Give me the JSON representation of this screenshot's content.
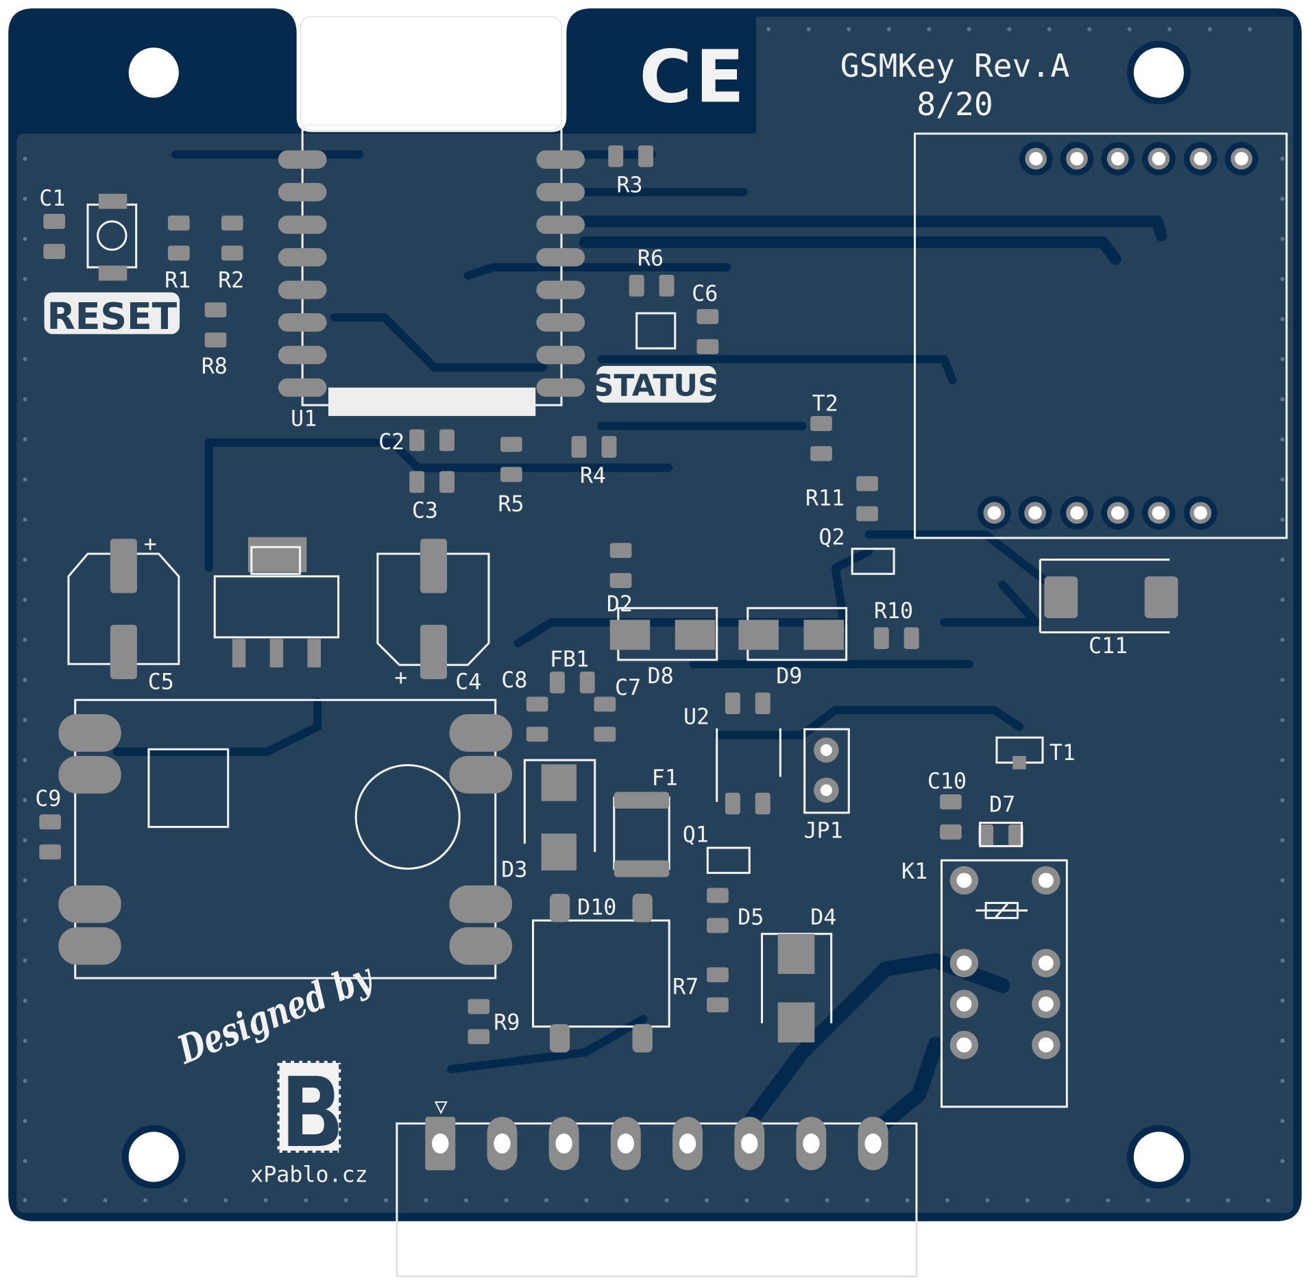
{
  "board": {
    "title": "GSMKey Rev.A",
    "date": "8/20",
    "ce_mark": "CE",
    "reset_label": "RESET",
    "status_label": "STATUS",
    "designer_script": "Designed by",
    "designer_logo": "B",
    "designer_site": "xPablo.cz",
    "colors": {
      "board": "#254159",
      "copper": "#03294d",
      "silkscreen": "#f2f2f2",
      "pad": "#8c8c8c"
    }
  },
  "refs": {
    "C1": "C1",
    "R1": "R1",
    "R2": "R2",
    "R8": "R8",
    "U1": "U1",
    "R3": "R3",
    "R6": "R6",
    "C6": "C6",
    "C2": "C2",
    "C3": "C3",
    "R5": "R5",
    "R4": "R4",
    "T2": "T2",
    "R11": "R11",
    "Q2": "Q2",
    "R10": "R10",
    "C11": "C11",
    "D2": "D2",
    "D8": "D8",
    "D9": "D9",
    "C5": "C5",
    "C4": "C4",
    "C8": "C8",
    "FB1": "FB1",
    "C7": "C7",
    "U2": "U2",
    "T1": "T1",
    "C9": "C9",
    "F1": "F1",
    "JP1": "JP1",
    "C10": "C10",
    "D7": "D7",
    "Q1": "Q1",
    "D3": "D3",
    "K1": "K1",
    "D10": "D10",
    "D5": "D5",
    "D4": "D4",
    "R7": "R7",
    "R9": "R9"
  },
  "polarity": {
    "plus": "+",
    "pin1": "▽"
  }
}
